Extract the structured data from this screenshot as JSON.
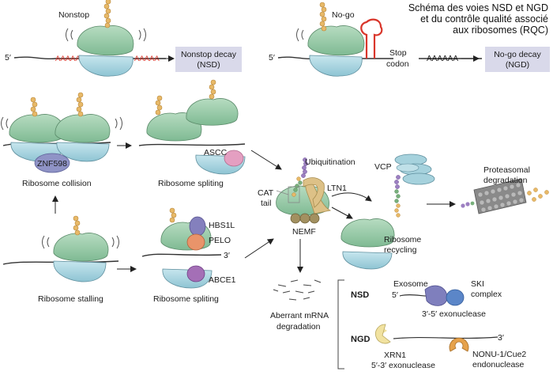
{
  "title_lines": [
    "Schéma des voies NSD et NGD",
    "et du contrôle qualité associé",
    "aux ribosomes (RQC)"
  ],
  "labels": {
    "nonstop": "Nonstop",
    "five_prime": "5′",
    "aaaaa": "AAAAA",
    "nsd_box": [
      "Nonstop decay",
      "(NSD)"
    ],
    "nogo": "No-go",
    "stop_codon": [
      "Stop",
      "codon"
    ],
    "aaaaaa": "AAAAAA",
    "ngd_box": [
      "No-go decay",
      "(NGD)"
    ],
    "znf598": "ZNF598",
    "ribosome_collision": "Ribosome collision",
    "ascc": "ASCC",
    "ribosome_spliting": "Ribosome spliting",
    "hbs1l": "HBS1L",
    "pelo": "PELO",
    "three_prime": "3′",
    "abce1": "ABCE1",
    "ribosome_stalling": "Ribosome stalling",
    "ubiquitination": "Ubiquitination",
    "cat_tail": [
      "CAT",
      "tail"
    ],
    "ltn1": "LTN1",
    "nemf": "NEMF",
    "vcp": "VCP",
    "proteasomal": [
      "Proteasomal",
      "degradation"
    ],
    "ribosome_recycling": [
      "Ribosome",
      "recycling"
    ],
    "aberrant": [
      "Aberrant mRNA",
      "degradation"
    ],
    "nsd": "NSD",
    "exosome": "Exosome",
    "ski_complex": [
      "SKI",
      "complex"
    ],
    "exo_35": "3′-5′ exonuclease",
    "ngd": "NGD",
    "xrn1": [
      "XRN1",
      "5′-3′ exonuclease"
    ],
    "nonu": [
      "NONU-1/Cue2",
      "endonuclease"
    ]
  },
  "colors": {
    "small_subunit": "#a6d2dd",
    "large_subunit": "#8fc7a2",
    "peptide": "#e8b968",
    "stop_red": "#d9362b",
    "box_fill": "#d9d9ea",
    "znf598": "#8f93c6",
    "ascc": "#e49fc1",
    "hbs1l": "#8480bd",
    "pelo": "#e9946a",
    "abce1": "#a46fb6",
    "ubiquitin": "#9d80c2",
    "nemf": "#a29060",
    "ltn1": "#ddc187",
    "proteasome": "#8a8a8a",
    "exosome": "#7f7fbd",
    "ski": "#5b86c8",
    "xrn1": "#f1e2a0",
    "nonu": "#e6a24c"
  }
}
